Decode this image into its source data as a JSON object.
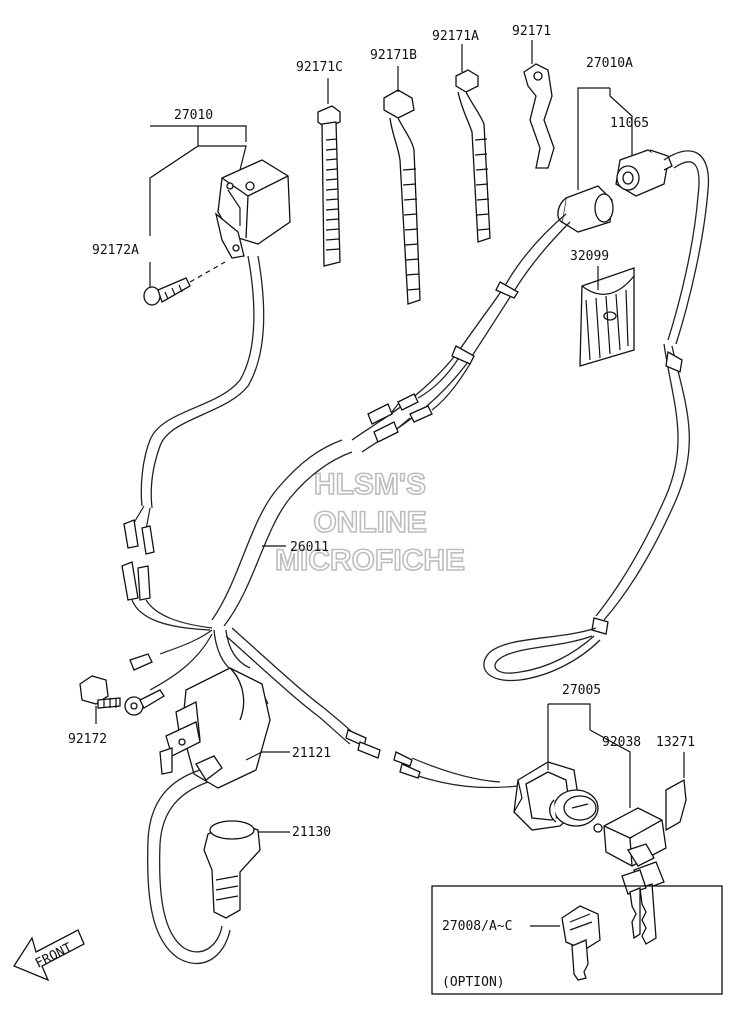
{
  "part_labels": [
    {
      "id": "27010",
      "text": "27010"
    },
    {
      "id": "92172A",
      "text": "92172A"
    },
    {
      "id": "92171C",
      "text": "92171C"
    },
    {
      "id": "92171B",
      "text": "92171B"
    },
    {
      "id": "92171A",
      "text": "92171A"
    },
    {
      "id": "92171",
      "text": "92171"
    },
    {
      "id": "27010A",
      "text": "27010A"
    },
    {
      "id": "11065",
      "text": "11065"
    },
    {
      "id": "32099",
      "text": "32099"
    },
    {
      "id": "26011",
      "text": "26011"
    },
    {
      "id": "92172",
      "text": "92172"
    },
    {
      "id": "21121",
      "text": "21121"
    },
    {
      "id": "21130",
      "text": "21130"
    },
    {
      "id": "27005",
      "text": "27005"
    },
    {
      "id": "92038",
      "text": "92038"
    },
    {
      "id": "13271",
      "text": "13271"
    },
    {
      "id": "27008",
      "text": "27008/A~C"
    }
  ],
  "watermark": {
    "line1": "HLSM'S",
    "line2": "ONLINE",
    "line3": "MICROFICHE"
  },
  "option_box": {
    "caption": "(OPTION)"
  },
  "front_arrow": {
    "text": "FRONT"
  },
  "colors": {
    "line": "#111111",
    "background": "#ffffff",
    "watermark_outline": "#bdbdbd"
  }
}
